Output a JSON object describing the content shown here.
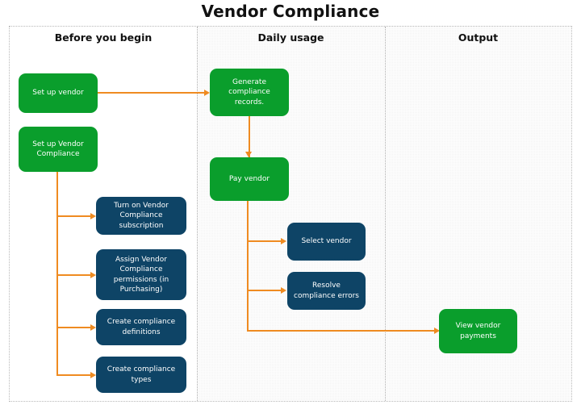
{
  "title": "Vendor Compliance",
  "colors": {
    "green": "#0a9e2c",
    "blue": "#0e4466",
    "connector": "#ef8b21",
    "lane_gray": "#f3f3f3",
    "frame_border": "#b8b8b8",
    "text_dark": "#111111",
    "node_text": "#ffffff"
  },
  "diagram": {
    "type": "flowchart",
    "orientation": "left-to-right",
    "lanes": [
      {
        "id": "before-you-begin",
        "label": "Before you begin",
        "shaded": false
      },
      {
        "id": "daily-usage",
        "label": "Daily usage",
        "shaded": true
      },
      {
        "id": "output",
        "label": "Output",
        "shaded": true
      }
    ],
    "nodes": [
      {
        "id": "set-up-vendor",
        "label": "Set up vendor",
        "lane": "before-you-begin",
        "style": "green"
      },
      {
        "id": "set-up-vendor-compliance",
        "label": "Set up Vendor\nCompliance",
        "lane": "before-you-begin",
        "style": "green"
      },
      {
        "id": "turn-on-subscription",
        "label": "Turn on Vendor\nCompliance\nsubscription",
        "lane": "before-you-begin",
        "style": "blue"
      },
      {
        "id": "assign-permissions",
        "label": "Assign Vendor\nCompliance\npermissions (in\nPurchasing)",
        "lane": "before-you-begin",
        "style": "blue"
      },
      {
        "id": "create-definitions",
        "label": "Create compliance\ndefinitions",
        "lane": "before-you-begin",
        "style": "blue"
      },
      {
        "id": "create-types",
        "label": "Create compliance\ntypes",
        "lane": "before-you-begin",
        "style": "blue"
      },
      {
        "id": "generate-records",
        "label": "Generate\ncompliance\nrecords.",
        "lane": "daily-usage",
        "style": "green"
      },
      {
        "id": "pay-vendor",
        "label": "Pay vendor",
        "lane": "daily-usage",
        "style": "green"
      },
      {
        "id": "select-vendor",
        "label": "Select vendor",
        "lane": "daily-usage",
        "style": "blue"
      },
      {
        "id": "resolve-errors",
        "label": "Resolve\ncompliance errors",
        "lane": "daily-usage",
        "style": "blue"
      },
      {
        "id": "view-payments",
        "label": "View vendor\npayments",
        "lane": "output",
        "style": "green"
      }
    ],
    "edges": [
      {
        "from": "set-up-vendor",
        "to": "generate-records"
      },
      {
        "from": "set-up-vendor-compliance",
        "to": "turn-on-subscription"
      },
      {
        "from": "set-up-vendor-compliance",
        "to": "assign-permissions"
      },
      {
        "from": "set-up-vendor-compliance",
        "to": "create-definitions"
      },
      {
        "from": "set-up-vendor-compliance",
        "to": "create-types"
      },
      {
        "from": "generate-records",
        "to": "pay-vendor"
      },
      {
        "from": "pay-vendor",
        "to": "select-vendor"
      },
      {
        "from": "pay-vendor",
        "to": "resolve-errors"
      },
      {
        "from": "pay-vendor",
        "to": "view-payments"
      }
    ]
  }
}
